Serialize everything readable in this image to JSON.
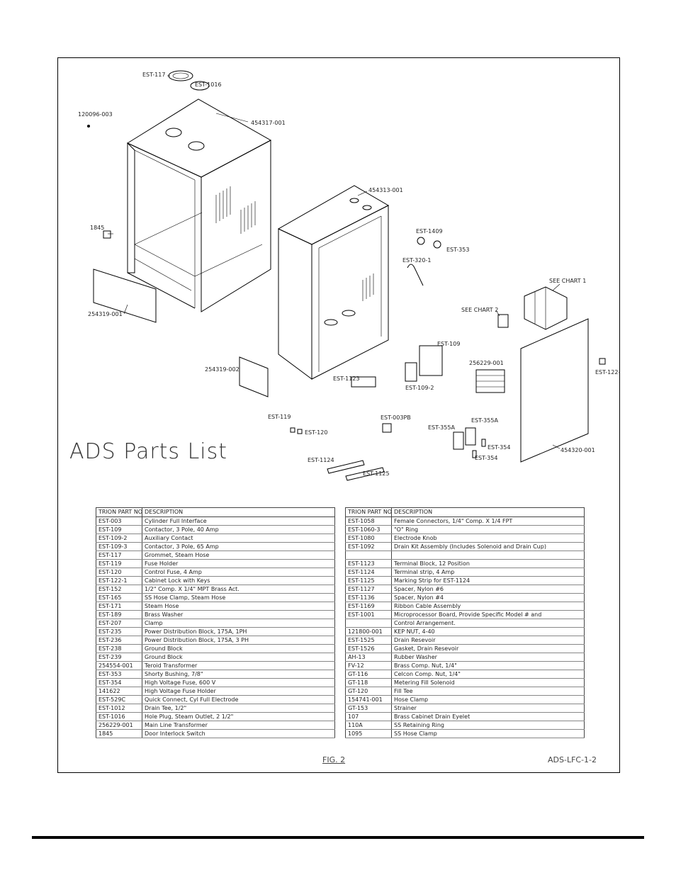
{
  "diagram": {
    "title": "ADS Parts List",
    "labels": [
      {
        "id": "est117",
        "text": "EST-117"
      },
      {
        "id": "est1016",
        "text": "EST-1016"
      },
      {
        "id": "p120096",
        "text": "120096-003"
      },
      {
        "id": "p454317",
        "text": "454317-001"
      },
      {
        "id": "p454313",
        "text": "454313-001"
      },
      {
        "id": "p1845",
        "text": "1845"
      },
      {
        "id": "p254319a",
        "text": "254319-001"
      },
      {
        "id": "p254319b",
        "text": "254319-002"
      },
      {
        "id": "est1409",
        "text": "EST-1409"
      },
      {
        "id": "est353",
        "text": "EST-353"
      },
      {
        "id": "est3201",
        "text": "EST-320-1"
      },
      {
        "id": "chart1",
        "text": "SEE CHART 1"
      },
      {
        "id": "chart2",
        "text": "SEE CHART 2"
      },
      {
        "id": "est109",
        "text": "EST-109"
      },
      {
        "id": "p256229",
        "text": "256229-001"
      },
      {
        "id": "est1092",
        "text": "EST-109-2"
      },
      {
        "id": "est1123",
        "text": "EST-1123"
      },
      {
        "id": "est122",
        "text": "EST-122-"
      },
      {
        "id": "est119",
        "text": "EST-119"
      },
      {
        "id": "est120",
        "text": "EST-120"
      },
      {
        "id": "est003pb",
        "text": "EST-003PB"
      },
      {
        "id": "est355a1",
        "text": "EST-355A"
      },
      {
        "id": "est355a2",
        "text": "EST-355A"
      },
      {
        "id": "est354a",
        "text": "EST-354"
      },
      {
        "id": "est354b",
        "text": "EST-354"
      },
      {
        "id": "p454320",
        "text": "454320-001"
      },
      {
        "id": "est1124",
        "text": "EST-1124"
      },
      {
        "id": "est1125",
        "text": "EST-1125"
      }
    ]
  },
  "table_headers": {
    "part_no": "TRION PART NO.",
    "description": "DESCRIPTION"
  },
  "parts_left": [
    {
      "part": "EST-003",
      "desc": "Cylinder Full Interface"
    },
    {
      "part": "EST-109",
      "desc": "Contactor, 3 Pole, 40 Amp"
    },
    {
      "part": "EST-109-2",
      "desc": "Auxiliary Contact"
    },
    {
      "part": "EST-109-3",
      "desc": "Contactor, 3 Pole, 65 Amp"
    },
    {
      "part": "EST-117",
      "desc": "Grommet, Steam Hose"
    },
    {
      "part": "EST-119",
      "desc": "Fuse Holder"
    },
    {
      "part": "EST-120",
      "desc": "Control Fuse, 4 Amp"
    },
    {
      "part": "EST-122-1",
      "desc": "Cabinet Lock with Keys"
    },
    {
      "part": "EST-152",
      "desc": "1/2\" Comp. X 1/4\" MPT Brass Act."
    },
    {
      "part": "EST-165",
      "desc": "SS Hose Clamp, Steam Hose"
    },
    {
      "part": "EST-171",
      "desc": "Steam Hose"
    },
    {
      "part": "EST-189",
      "desc": "Brass Washer"
    },
    {
      "part": "EST-207",
      "desc": "Clamp"
    },
    {
      "part": "EST-235",
      "desc": "Power Distribution Block, 175A, 1PH"
    },
    {
      "part": "EST-236",
      "desc": "Power Distribution Block, 175A, 3 PH"
    },
    {
      "part": "EST-238",
      "desc": "Ground Block"
    },
    {
      "part": "EST-239",
      "desc": "Ground Block"
    },
    {
      "part": "254554-001",
      "desc": "Teroid Transformer"
    },
    {
      "part": "EST-353",
      "desc": "Shorty Bushing, 7/8\""
    },
    {
      "part": "EST-354",
      "desc": "High Voltage Fuse, 600 V"
    },
    {
      "part": "141622",
      "desc": "High Voltage Fuse Holder"
    },
    {
      "part": "EST-529C",
      "desc": "Quick Connect, Cyl Full Electrode"
    },
    {
      "part": "EST-1012",
      "desc": "Drain Tee, 1/2\""
    },
    {
      "part": "EST-1016",
      "desc": "Hole Plug, Steam Outlet, 2 1/2\""
    },
    {
      "part": "256229-001",
      "desc": "Main Line Transformer"
    },
    {
      "part": "1845",
      "desc": "Door Interlock Switch"
    }
  ],
  "parts_right": [
    {
      "part": "EST-1058",
      "desc": "Female Connectors, 1/4\" Comp. X 1/4 FPT"
    },
    {
      "part": "EST-1060-3",
      "desc": "\"O\" Ring"
    },
    {
      "part": "EST-1080",
      "desc": "Electrode Knob"
    },
    {
      "part": "EST-1092",
      "desc": "Drain Kit Assembly (Includes Solenoid and Drain Cup)"
    },
    {
      "part": "",
      "desc": ""
    },
    {
      "part": "EST-1123",
      "desc": "Terminal Block, 12 Position"
    },
    {
      "part": "EST-1124",
      "desc": "Terminal strip, 4 Amp"
    },
    {
      "part": "EST-1125",
      "desc": "Marking Strip  for EST-1124"
    },
    {
      "part": "EST-1127",
      "desc": "Spacer, Nylon #6"
    },
    {
      "part": "EST-1136",
      "desc": "Spacer, Nylon #4"
    },
    {
      "part": "EST-1169",
      "desc": "Ribbon Cable Assembly"
    },
    {
      "part": "EST-1001",
      "desc": "Microprocessor Board,  Provide Specific Model # and"
    },
    {
      "part": "",
      "desc": "Control Arrangement."
    },
    {
      "part": "121800-001",
      "desc": "KEP NUT, 4-40"
    },
    {
      "part": "EST-1525",
      "desc": "Drain Resevoir"
    },
    {
      "part": "EST-1526",
      "desc": "Gasket, Drain Resevoir"
    },
    {
      "part": "AH-13",
      "desc": "Rubber Washer"
    },
    {
      "part": "FV-12",
      "desc": "Brass Comp. Nut, 1/4\""
    },
    {
      "part": "GT-116",
      "desc": "Celcon Comp. Nut, 1/4\""
    },
    {
      "part": "GT-118",
      "desc": "Metering Fill Solenoid"
    },
    {
      "part": "GT-120",
      "desc": "Fill Tee"
    },
    {
      "part": "154741-001",
      "desc": "Hose Clamp"
    },
    {
      "part": "GT-153",
      "desc": "Strainer"
    },
    {
      "part": "107",
      "desc": "Brass Cabinet Drain Eyelet"
    },
    {
      "part": "110A",
      "desc": "SS Retaining Ring"
    },
    {
      "part": "1095",
      "desc": "SS Hose Clamp"
    }
  ],
  "footer": {
    "figure": "FIG. 2",
    "drawing_no": "ADS-LFC-1-2"
  }
}
